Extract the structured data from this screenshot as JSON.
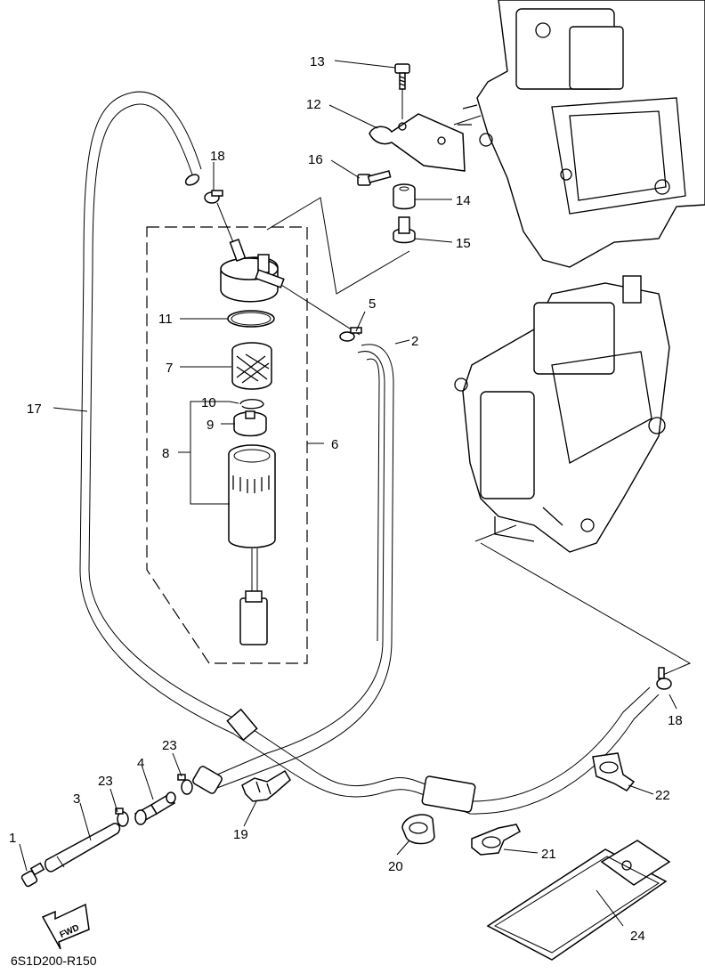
{
  "diagram_code": "6S1D200-R150",
  "fwd_label": "FWD",
  "callouts": {
    "c1": "1",
    "c2": "2",
    "c3": "3",
    "c4": "4",
    "c5": "5",
    "c6": "6",
    "c7": "7",
    "c8": "8",
    "c9": "9",
    "c10": "10",
    "c11": "11",
    "c12": "12",
    "c13": "13",
    "c14": "14",
    "c15": "15",
    "c16": "16",
    "c17": "17",
    "c18a": "18",
    "c18b": "18",
    "c19": "19",
    "c20": "20",
    "c21": "21",
    "c22": "22",
    "c23a": "23",
    "c23b": "23",
    "c24": "24"
  }
}
